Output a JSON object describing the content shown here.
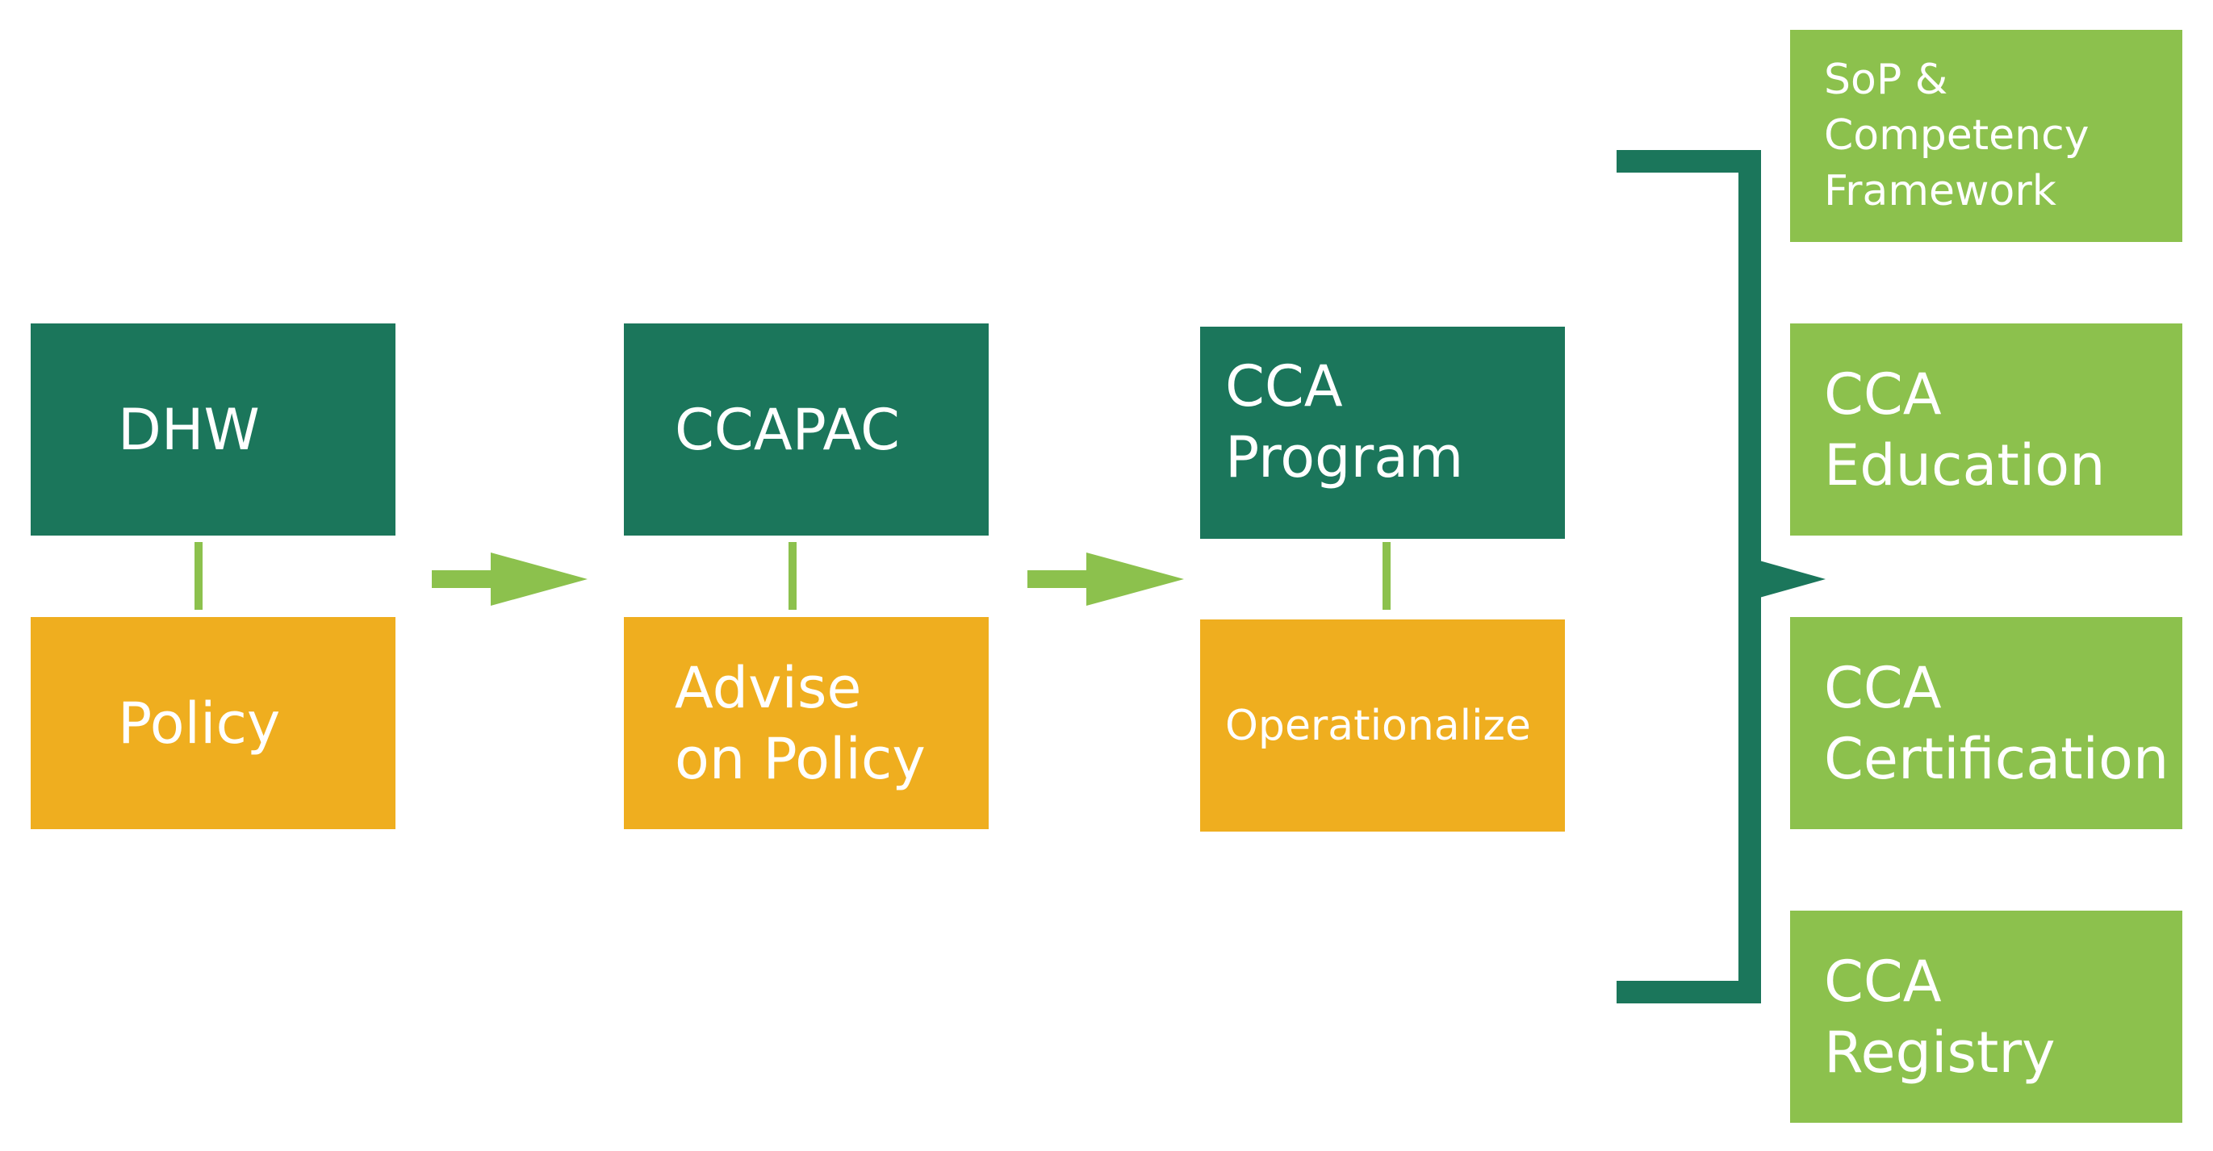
{
  "colors": {
    "dark_green": "#1b765b",
    "orange": "#efae1f",
    "light_green": "#8cc14d",
    "text": "#ffffff"
  },
  "stages": [
    {
      "top": [
        "DHW"
      ],
      "bottom": [
        "Policy"
      ]
    },
    {
      "top": [
        "CCAPAC"
      ],
      "bottom": [
        "Advise",
        "on Policy"
      ]
    },
    {
      "top": [
        "CCA",
        "Program"
      ],
      "bottom": [
        "Operationalize"
      ]
    }
  ],
  "outcomes": [
    {
      "lines": [
        "SoP &",
        "Competency",
        "Framework"
      ]
    },
    {
      "lines": [
        "CCA",
        "Education"
      ]
    },
    {
      "lines": [
        "CCA",
        "Certification"
      ]
    },
    {
      "lines": [
        "CCA",
        "Registry"
      ]
    }
  ]
}
